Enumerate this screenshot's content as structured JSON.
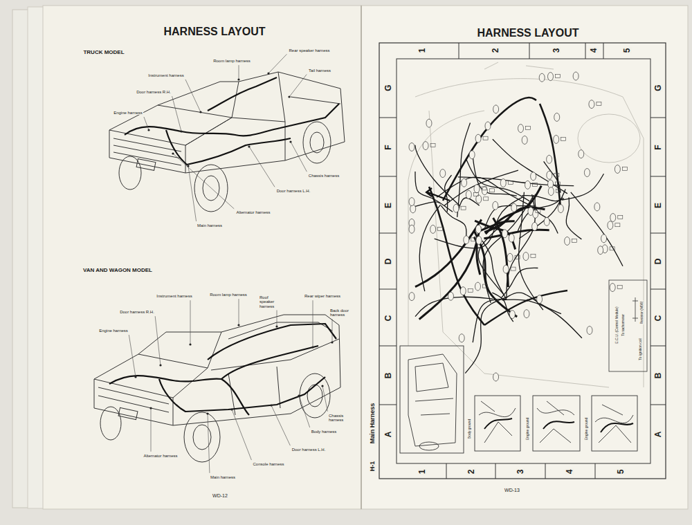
{
  "diagram": {
    "title": "HARNESS LAYOUT",
    "labels": [
      "TRUCK MODEL",
      "Room lamp harness",
      "Rear speaker harness",
      "Instrument harness",
      "Tail harness",
      "Door harness R.H.",
      "Engine harness",
      "Chassis harness",
      "Door harness L.H.",
      "Alternator harness",
      "Main harness",
      "VAN AND WAGON MODEL",
      "Instrument harness",
      "Room lamp harness",
      "Roof speaker harness",
      "Rear wiper harness",
      "Back door harness",
      "Door harness R.H.",
      "Engine harness",
      "Chassis harness",
      "Body harness",
      "Door harness L.H.",
      "Console harness",
      "Alternator harness",
      "Main harness",
      "WD-12",
      "HARNESS LAYOUT",
      "1",
      "2",
      "3",
      "4",
      "5",
      "G",
      "F",
      "E",
      "D",
      "C",
      "B",
      "A",
      "G",
      "F",
      "E",
      "D",
      "C",
      "B",
      "A",
      "1",
      "2",
      "3",
      "4",
      "5",
      "H-1",
      "Main Harness",
      "Body ground",
      "Engine ground",
      "Engine ground",
      "Resistor (M56)",
      "To ignition coil",
      "To tachometer",
      "E.C.U. (Control Module)",
      "WD-13"
    ]
  }
}
